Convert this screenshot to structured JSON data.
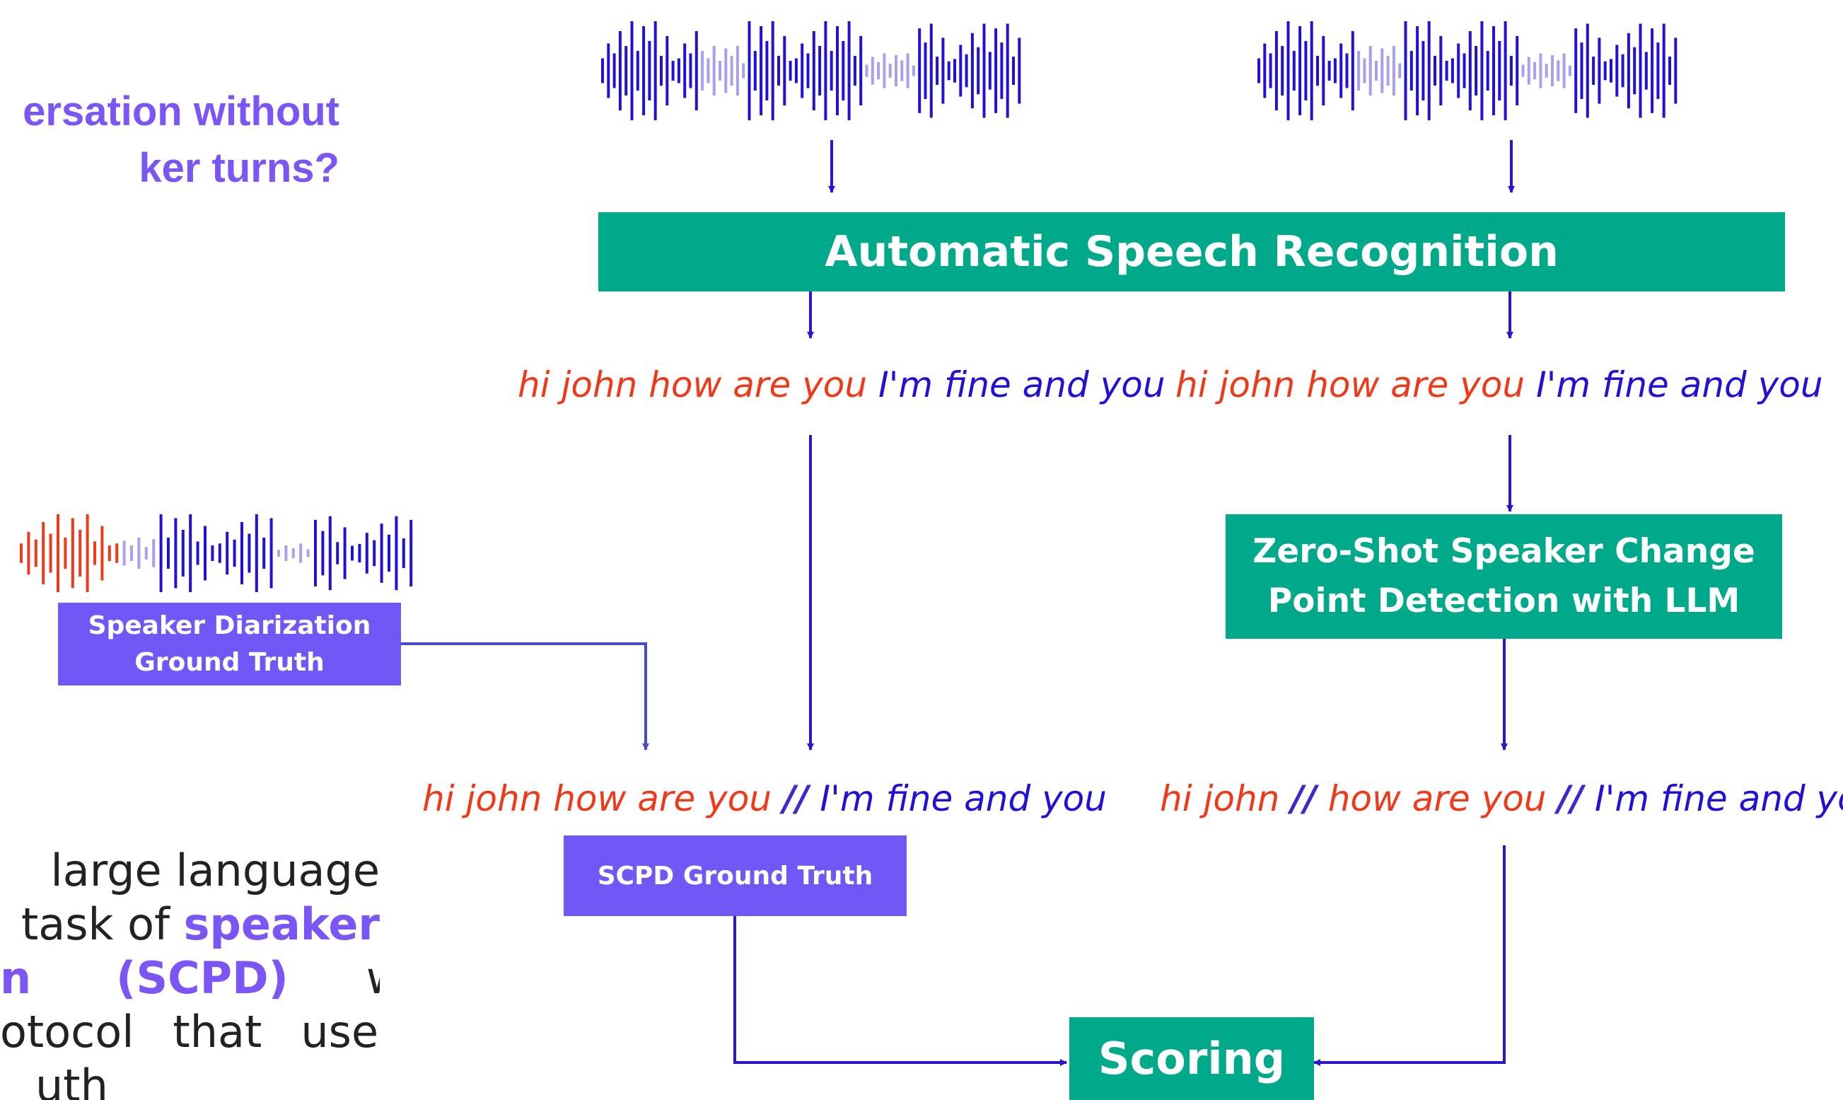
{
  "question": {
    "line1": "ersation without",
    "line2": "ker turns?"
  },
  "paragraph": {
    "line1": "large language",
    "line2_a": "task of ",
    "line2_b": "speaker",
    "line3_a": "n",
    "line3_b": "(SCPD)",
    "line3_c": "we",
    "line4_a": "otocol",
    "line4_b": "that",
    "line4_c": "uses",
    "line5": "uth"
  },
  "asr": {
    "label": "Automatic Speech Recognition"
  },
  "zscpd": {
    "line1": "Zero-Shot Speaker Change",
    "line2": "Point Detection with LLM"
  },
  "diarization": {
    "line1": "Speaker Diarization",
    "line2": "Ground Truth"
  },
  "scpd_gt": {
    "label": "SCPD Ground Truth"
  },
  "scoring": {
    "label": "Scoring"
  },
  "transcripts": {
    "asr_left": {
      "red": "hi john how are you",
      "blue": "I'm fine and you"
    },
    "asr_right": {
      "red": "hi john how are you",
      "blue": "I'm fine and you"
    },
    "gt": {
      "red": "hi john how are you",
      "sep": "//",
      "blue": "I'm fine and you"
    },
    "pred": {
      "red1": "hi john",
      "sep1": "//",
      "red2": "how are you",
      "sep2": "//",
      "blue": "I'm fine and you"
    }
  },
  "colors": {
    "green": "#00a98a",
    "purple": "#7357f6",
    "speaker1": "#ef3a1a",
    "speaker2": "#2110d8",
    "arrow": "#2a14d6"
  }
}
